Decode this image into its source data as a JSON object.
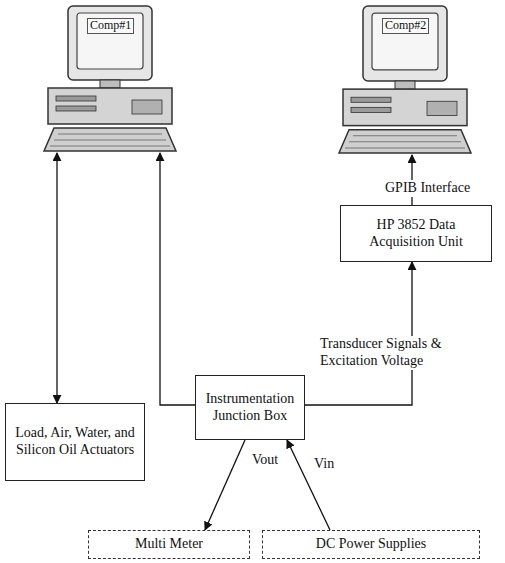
{
  "diagram": {
    "nodes": [
      {
        "text": [
          "Comp#1"
        ]
      },
      {
        "text": [
          "Comp#2"
        ]
      },
      {
        "text": [
          "HP 3852 Data Acquisition Unit"
        ]
      },
      {
        "text": [
          "Load, Air, Water, and Silicon Oil Actuators"
        ]
      },
      {
        "text": [
          "Instrumentation Junction Box"
        ]
      },
      {
        "text": [
          "Multi Meter"
        ]
      },
      {
        "text": [
          "DC Power Supplies"
        ]
      }
    ],
    "edges": [
      {
        "from": 0,
        "to": 3,
        "arrow": "both"
      },
      {
        "from": 4,
        "to": 0,
        "arrow": "to"
      },
      {
        "from": 4,
        "to": 2,
        "label": "Transducer Signals & Excitation Voltage",
        "arrow": "to"
      },
      {
        "from": 2,
        "to": 1,
        "label": "GPIB Interface",
        "arrow": "to"
      },
      {
        "from": 4,
        "to": 5,
        "label": "Vout",
        "arrow": "to"
      },
      {
        "from": 6,
        "to": 4,
        "label": "Vin",
        "arrow": "to"
      }
    ]
  }
}
